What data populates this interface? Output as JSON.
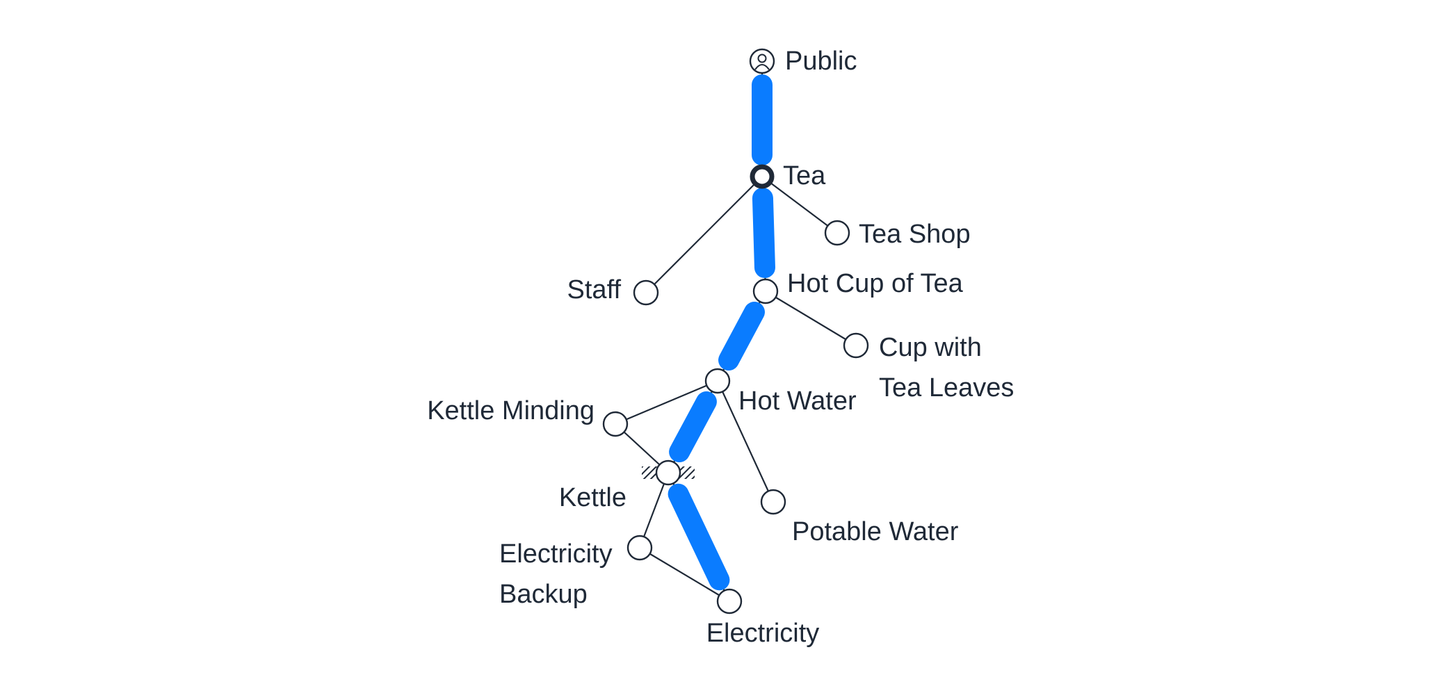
{
  "colors": {
    "highlight": "#0a7cff",
    "ink": "#1f2937",
    "background": "#ffffff"
  },
  "nodes": [
    {
      "id": "public",
      "label_lines": [
        "Public"
      ],
      "kind": "user",
      "icon": "user-icon"
    },
    {
      "id": "tea",
      "label_lines": [
        "Tea"
      ],
      "kind": "anchor"
    },
    {
      "id": "tea_shop",
      "label_lines": [
        "Tea Shop"
      ],
      "kind": "normal"
    },
    {
      "id": "staff",
      "label_lines": [
        "Staff"
      ],
      "kind": "normal"
    },
    {
      "id": "hot_cup",
      "label_lines": [
        "Hot Cup of Tea"
      ],
      "kind": "normal"
    },
    {
      "id": "cup_leaves",
      "label_lines": [
        "Cup with",
        "Tea Leaves"
      ],
      "kind": "normal"
    },
    {
      "id": "hot_water",
      "label_lines": [
        "Hot Water"
      ],
      "kind": "normal"
    },
    {
      "id": "kettle_minding",
      "label_lines": [
        "Kettle Minding"
      ],
      "kind": "normal"
    },
    {
      "id": "kettle",
      "label_lines": [
        "Kettle"
      ],
      "kind": "pipeline",
      "icon": "hatched-pipeline-icon"
    },
    {
      "id": "potable_water",
      "label_lines": [
        "Potable Water"
      ],
      "kind": "normal"
    },
    {
      "id": "electricity_backup",
      "label_lines": [
        "Electricity",
        "Backup"
      ],
      "kind": "normal"
    },
    {
      "id": "electricity",
      "label_lines": [
        "Electricity"
      ],
      "kind": "normal"
    }
  ],
  "edges": [
    {
      "from": "public",
      "to": "tea",
      "highlighted": true
    },
    {
      "from": "tea",
      "to": "tea_shop",
      "highlighted": false
    },
    {
      "from": "tea",
      "to": "staff",
      "highlighted": false
    },
    {
      "from": "tea",
      "to": "hot_cup",
      "highlighted": true
    },
    {
      "from": "hot_cup",
      "to": "cup_leaves",
      "highlighted": false
    },
    {
      "from": "hot_cup",
      "to": "hot_water",
      "highlighted": true
    },
    {
      "from": "hot_water",
      "to": "kettle_minding",
      "highlighted": false
    },
    {
      "from": "hot_water",
      "to": "kettle",
      "highlighted": true
    },
    {
      "from": "hot_water",
      "to": "potable_water",
      "highlighted": false
    },
    {
      "from": "kettle_minding",
      "to": "kettle",
      "highlighted": false
    },
    {
      "from": "kettle",
      "to": "electricity_backup",
      "highlighted": false
    },
    {
      "from": "kettle",
      "to": "electricity",
      "highlighted": true
    },
    {
      "from": "electricity_backup",
      "to": "electricity",
      "highlighted": false
    }
  ]
}
